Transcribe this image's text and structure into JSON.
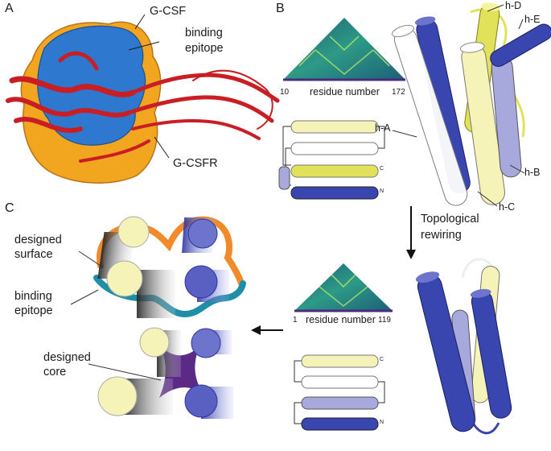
{
  "panels": {
    "a": "A",
    "b": "B",
    "c": "C"
  },
  "panel_a": {
    "gcsf": "G-CSF",
    "binding_epitope": [
      "binding",
      "epitope"
    ],
    "gcsfr": "G-CSFR"
  },
  "panel_b": {
    "map_top": {
      "start": "10",
      "axis": "residue number",
      "end": "172"
    },
    "map_bottom": {
      "start": "1",
      "axis": "residue number",
      "end": "119"
    },
    "helices": [
      "h-A",
      "h-B",
      "h-C",
      "h-D",
      "h-E"
    ],
    "rewiring": [
      "Topological",
      "rewiring"
    ],
    "terminus_c": "C",
    "terminus_n": "N"
  },
  "panel_c": {
    "designed_surface": [
      "designed",
      "surface"
    ],
    "binding_epitope": [
      "binding",
      "epitope"
    ],
    "designed_core": [
      "designed",
      "core"
    ]
  },
  "colors": {
    "surface_orange": "#f2a51f",
    "epitope_blue": "#2f78cf",
    "receptor_red": "#c81e24",
    "helix_dark_blue": "#3a46b0",
    "helix_light_purple": "#a7a9dc",
    "helix_yellow": "#e2e25a",
    "helix_pale_yellow": "#f6f3b8",
    "surface_band": "#f08a2a",
    "epitope_band": "#1f8fa8",
    "core_purple": "#5a2a86",
    "map_teal": "#1a6f7a"
  }
}
